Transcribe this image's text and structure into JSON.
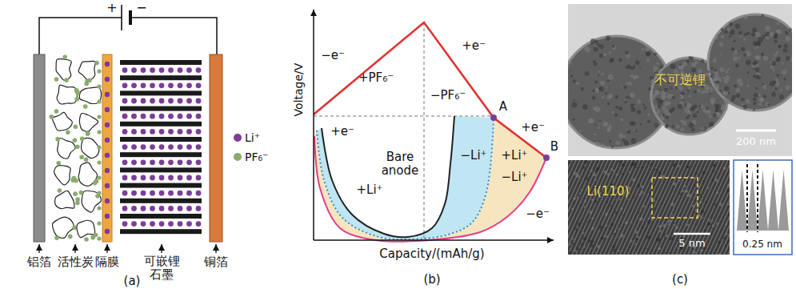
{
  "diagram": {
    "nodes": [
      {
        "text": [
          "不可逆锂",
          "200 nm"
        ]
      },
      {
        "text": [
          "Li(110)",
          "5 nm"
        ]
      },
      {
        "text": [
          "0.25 nm"
        ]
      }
    ],
    "labels": [
      "+",
      "−",
      "铝箔",
      "活性炭",
      "隔膜",
      "可嵌锂 石墨",
      "铜箔",
      "(a)",
      "Voltage/V",
      "−e⁻",
      "+PF₆⁻",
      "−PF₆⁻",
      "+e⁻",
      "A",
      "+e⁻",
      "B",
      "+e⁻",
      "+Li⁺",
      "Bare anode",
      "−Li⁺",
      "+Li⁺",
      "−Li⁺",
      "−e⁻",
      "Capacity/(mAh/g)",
      "(b)",
      "(c)"
    ],
    "legend": [
      {
        "text": "Li⁺",
        "color": "#7d3c98"
      },
      {
        "text": "PF₆⁻",
        "color": "#8aab6c"
      }
    ]
  }
}
